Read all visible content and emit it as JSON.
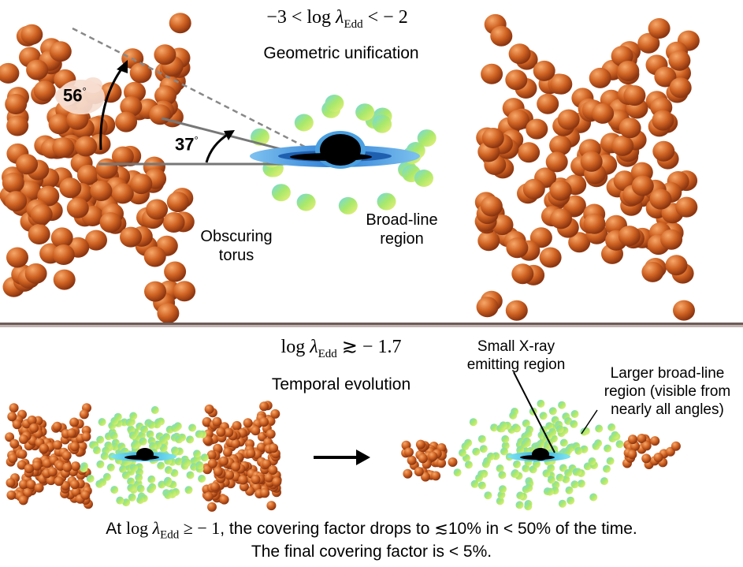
{
  "top": {
    "eq_prefix": "−3 < log ",
    "eq_lambda": "λ",
    "eq_sub": "Edd",
    "eq_suffix": " < − 2",
    "title": "Geometric unification",
    "angle_large": "56",
    "angle_small": "37",
    "degree": "°",
    "torus_label_line1": "Obscuring",
    "torus_label_line2": "torus",
    "blr_label_line1": "Broad-line",
    "blr_label_line2": "region"
  },
  "bottom": {
    "eq_prefix": "log ",
    "eq_lambda": "λ",
    "eq_sub": "Edd",
    "eq_suffix": " ≳ − 1.7",
    "title": "Temporal evolution",
    "xray_label_line1": "Small X-ray",
    "xray_label_line2": "emitting region",
    "larger_blr_line1": "Larger broad-line",
    "larger_blr_line2": "region (visible from",
    "larger_blr_line3": "nearly all angles)"
  },
  "footer": {
    "line1_prefix": "At ",
    "line1_log": "log  ",
    "line1_lambda": "λ",
    "line1_sub": "Edd",
    "line1_math": " ≥ − 1",
    "line1_suffix": ", the covering factor drops to ≲10% in < 50% of the time.",
    "line2": "The final covering factor is < 5%."
  },
  "colors": {
    "clump_dark": "#8a3410",
    "clump_mid": "#c85a1c",
    "clump_light": "#f2a268",
    "cloud_green": "#a8e86a",
    "cloud_cyan": "#6fd8e8",
    "cloud_yellow": "#e8ec7a",
    "disk_blue": "#3a86d8",
    "disk_light": "#7ec2f0",
    "divider": "#7a6a66"
  }
}
